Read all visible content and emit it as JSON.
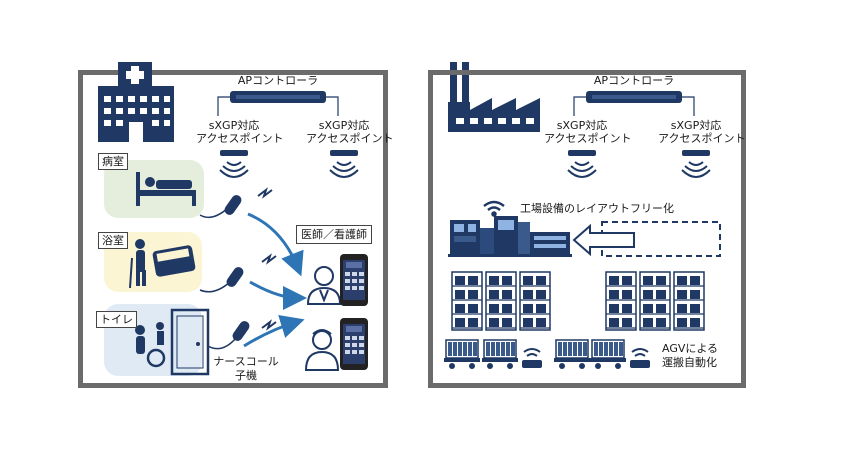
{
  "hospital": {
    "controller_label": "APコントローラ",
    "access_points": [
      {
        "line1": "sXGP対応",
        "line2": "アクセスポイント"
      },
      {
        "line1": "sXGP対応",
        "line2": "アクセスポイント"
      }
    ],
    "rooms": [
      "病室",
      "浴室",
      "トイレ"
    ],
    "staff_label": "医師／看護師",
    "handset_line1": "ナースコール",
    "handset_line2": "子機"
  },
  "factory": {
    "controller_label": "APコントローラ",
    "access_points": [
      {
        "line1": "sXGP対応",
        "line2": "アクセスポイント"
      },
      {
        "line1": "sXGP対応",
        "line2": "アクセスポイント"
      }
    ],
    "layout_free_label": "工場設備のレイアウトフリー化",
    "agv_line1": "AGVによる",
    "agv_line2": "運搬自動化"
  },
  "colors": {
    "navy": "#1f3864",
    "arrow_blue": "#2e75b6",
    "frame": "#6b6b6b"
  }
}
